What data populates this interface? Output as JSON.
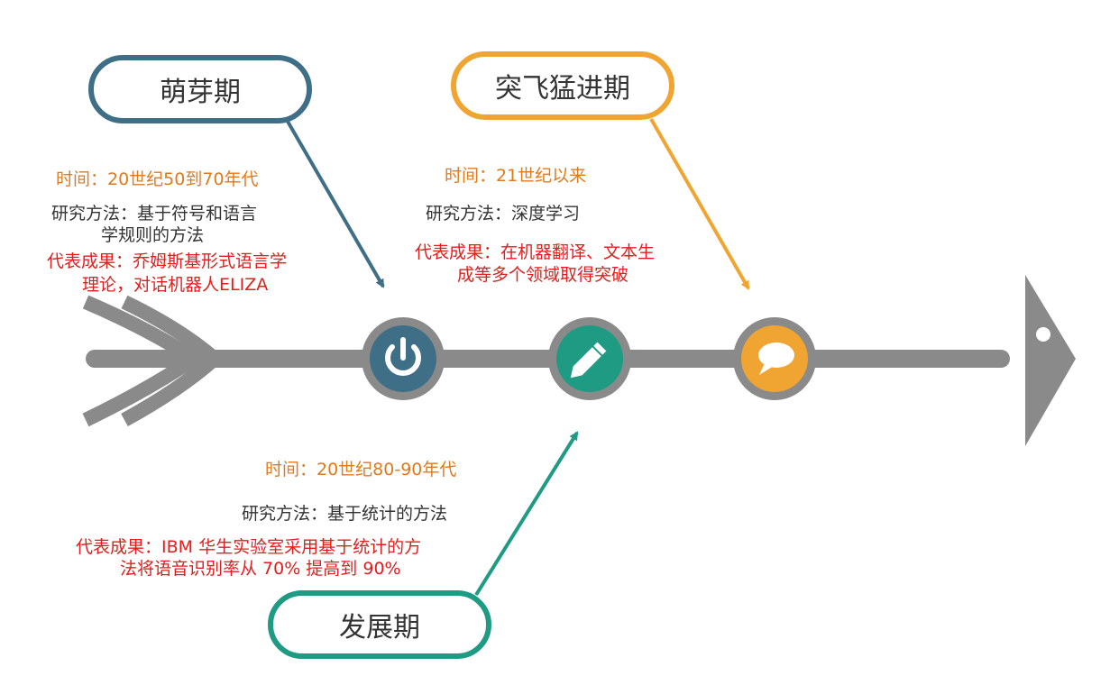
{
  "colors": {
    "axis": "#8a8a8a",
    "blue": "#3e6f87",
    "green": "#1f9b83",
    "orange": "#f0a431",
    "time_text": "#e07a1f",
    "result_text": "#e31d1d"
  },
  "stages": [
    {
      "name": "萌芽期",
      "icon": "power-icon",
      "time": "时间：20世纪50到70年代",
      "method_lines": [
        "研究方法：基于符号和语言",
        "学规则的方法"
      ],
      "result_lines": [
        "代表成果：乔姆斯基形式语言学",
        "理论，对话机器人ELIZA"
      ]
    },
    {
      "name": "发展期",
      "icon": "pencil-icon",
      "time": "时间：20世纪80-90年代",
      "method_lines": [
        "研究方法：基于统计的方法"
      ],
      "result_lines": [
        "代表成果：IBM 华生实验室采用基于统计的方",
        "法将语音识别率从 70% 提高到 90%"
      ]
    },
    {
      "name": "突飞猛进期",
      "icon": "speech-bubble-icon",
      "time": "时间：21世纪以来",
      "method_lines": [
        "研究方法：深度学习"
      ],
      "result_lines": [
        "代表成果：在机器翻译、文本生",
        "成等多个领域取得突破"
      ]
    }
  ]
}
